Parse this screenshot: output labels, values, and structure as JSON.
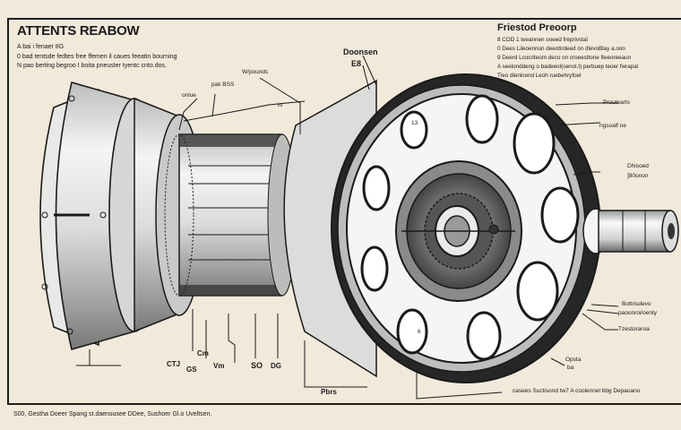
{
  "header": {
    "title": "ATTENTS REABOW",
    "notes": [
      "A bai i fenaer 8G",
      "0 bad tentsde fedtes free ffemen il caues feeatin bourning",
      "N pao berting begroo I boita pneuster tyentc cnto.dos."
    ]
  },
  "side_panel": {
    "title": "Friestod Preoorp",
    "notes": [
      "8 COD 1 teeannen ooeed freprivstal",
      "0 Dees Lileoennun deeotirdeed on dlevoBlay a.oon",
      "9 Deerd Lcocriteom deco on croeesttone fteeoreeaun",
      "A seelonddeng o badeeol(oenol.t) perbuep teoer fwrapal",
      "Tleo dlenlcend Leoh ruebehryfoel"
    ]
  },
  "callouts": {
    "top": [
      {
        "id": "onlue",
        "text": "onlue"
      },
      {
        "id": "pak-bss",
        "text": "pak BSS"
      },
      {
        "id": "wypoundy",
        "text": "W/pounds"
      },
      {
        "id": "io",
        "text": "io"
      },
      {
        "id": "doonsen",
        "text": "Doonsen"
      },
      {
        "id": "e8",
        "text": "E8"
      }
    ],
    "right": [
      {
        "id": "prouteatts",
        "text": "Proutearts"
      },
      {
        "id": "ngsoalfne",
        "text": "ngsoalf ne"
      },
      {
        "id": "dhisoed",
        "text": "Dhisoed"
      },
      {
        "id": "spionon",
        "text": "]90onon"
      },
      {
        "id": "bottrisdevo",
        "text": "Bottrisdevo"
      },
      {
        "id": "paoonroienty",
        "text": "paoonroi/oenty"
      },
      {
        "id": "tzestoraroa",
        "text": "Tzestoraroa"
      },
      {
        "id": "opsta",
        "text": "Opsta"
      },
      {
        "id": "ba",
        "text": "ba"
      }
    ],
    "bottom": [
      {
        "id": "ctu",
        "text": "CTJ"
      },
      {
        "id": "gs",
        "text": "GS"
      },
      {
        "id": "cm",
        "text": "Cm"
      },
      {
        "id": "vm",
        "text": "Vm"
      },
      {
        "id": "so",
        "text": "SO"
      },
      {
        "id": "dg",
        "text": "DG"
      },
      {
        "id": "pbrs",
        "text": "Pbrs"
      }
    ],
    "bottom_line": "casees Suctisond tw7 A coolennel bbg Depaoano",
    "wheel_marks": [
      "13",
      "6"
    ]
  },
  "footer": {
    "text": "S00, Gestha Doeer Spang st.daensusee DDee, Sushoer Gl.o Uveltsen."
  },
  "colors": {
    "paper": "#f1e9da",
    "ink": "#1a1a1a",
    "metal_light": "#e4e4e2",
    "metal_dark": "#4a4a4a"
  }
}
